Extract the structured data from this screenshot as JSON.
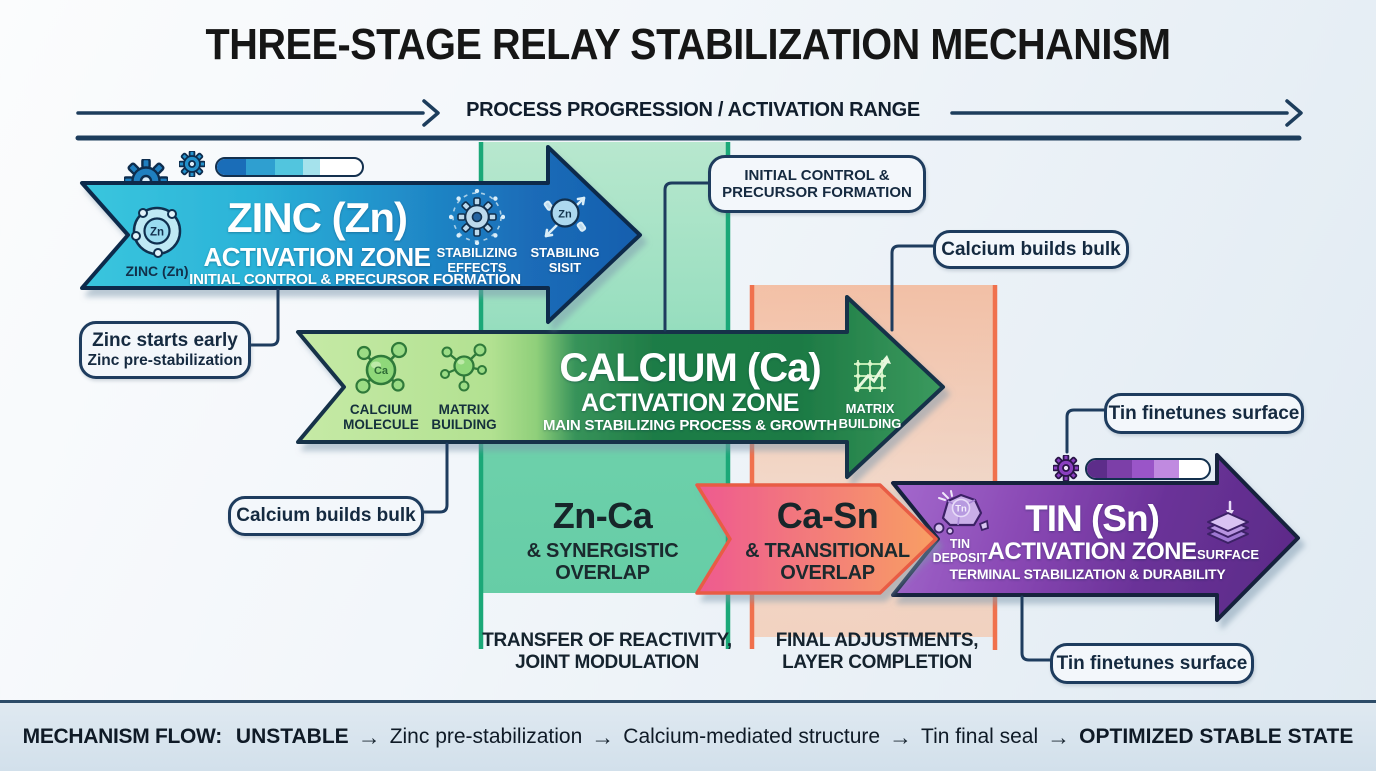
{
  "title": "THREE-STAGE RELAY STABILIZATION MECHANISM",
  "axis": {
    "label": "PROCESS PROGRESSION / ACTIVATION RANGE"
  },
  "zinc": {
    "title": "ZINC (Zn)",
    "zone": "ACTIVATION ZONE",
    "subtitle": "INITIAL CONTROL & PRECURSOR FORMATION",
    "atom": {
      "symbol": "Zn",
      "label": "ZINC (Zn)"
    },
    "effects": {
      "l1": "STABILIZING",
      "l2": "EFFECTS"
    },
    "sisit": {
      "symbol": "Zn",
      "l1": "STABILING",
      "l2": "SISIT"
    }
  },
  "calcium": {
    "title": "CALCIUM (Ca)",
    "zone": "ACTIVATION ZONE",
    "subtitle": "MAIN STABILIZING PROCESS & GROWTH",
    "molecule": {
      "symbol": "Ca",
      "l1": "CALCIUM",
      "l2": "MOLECULE"
    },
    "matrix_left": {
      "l1": "MATRIX",
      "l2": "BUILDING"
    },
    "matrix_right": {
      "l1": "MATRIX",
      "l2": "BUILDING"
    }
  },
  "tin": {
    "title": "TIN (Sn)",
    "zone": "ACTIVATION ZONE",
    "subtitle": "TERMINAL STABILIZATION & DURABILITY",
    "deposit": {
      "symbol": "Tn",
      "l1": "TIN",
      "l2": "DEPOSIT"
    },
    "surface": {
      "label": "SURFACE"
    }
  },
  "overlap_znca": {
    "title": "Zn-Ca",
    "l2": "& SYNERGISTIC",
    "l3": "OVERLAP"
  },
  "overlap_casn": {
    "title": "Ca-Sn",
    "l2": "& TRANSITIONAL",
    "l3": "OVERLAP"
  },
  "notes": {
    "transfer": {
      "l1": "TRANSFER OF REACTIVITY,",
      "l2": "JOINT MODULATION"
    },
    "final": {
      "l1": "FINAL ADJUSTMENTS,",
      "l2": "LAYER COMPLETION"
    }
  },
  "callouts": {
    "initial": {
      "l1": "INITIAL CONTROL &",
      "l2": "PRECURSOR FORMATION"
    },
    "ca_bulk_right": "Calcium builds bulk",
    "zinc_early": {
      "l1": "Zinc starts early",
      "l2": "Zinc pre-stabilization"
    },
    "ca_bulk_left": "Calcium builds bulk",
    "tin_top": "Tin finetunes surface",
    "tin_bottom": "Tin finetunes surface"
  },
  "flow": {
    "prefix": "MECHANISM FLOW:",
    "arrow": "→",
    "steps": [
      "UNSTABLE",
      "Zinc pre-stabilization",
      "Calcium-mediated structure",
      "Tin final seal",
      "OPTIMIZED STABLE STATE"
    ]
  },
  "colors": {
    "zinc_start": "#3ac6de",
    "zinc_end": "#185fae",
    "calcium_light": "#c6eaa6",
    "calcium_dark": "#1d7a44",
    "tin_light": "#a469cd",
    "tin_dark": "#5a2a86",
    "overlap_green": "#5fcba2",
    "overlap_orange": "#f6a174",
    "pink_start": "#ee5a90",
    "pink_end": "#f89f63",
    "line_green": "#1ba878",
    "line_orange": "#f0714d",
    "navy": "#1e3c5e"
  }
}
